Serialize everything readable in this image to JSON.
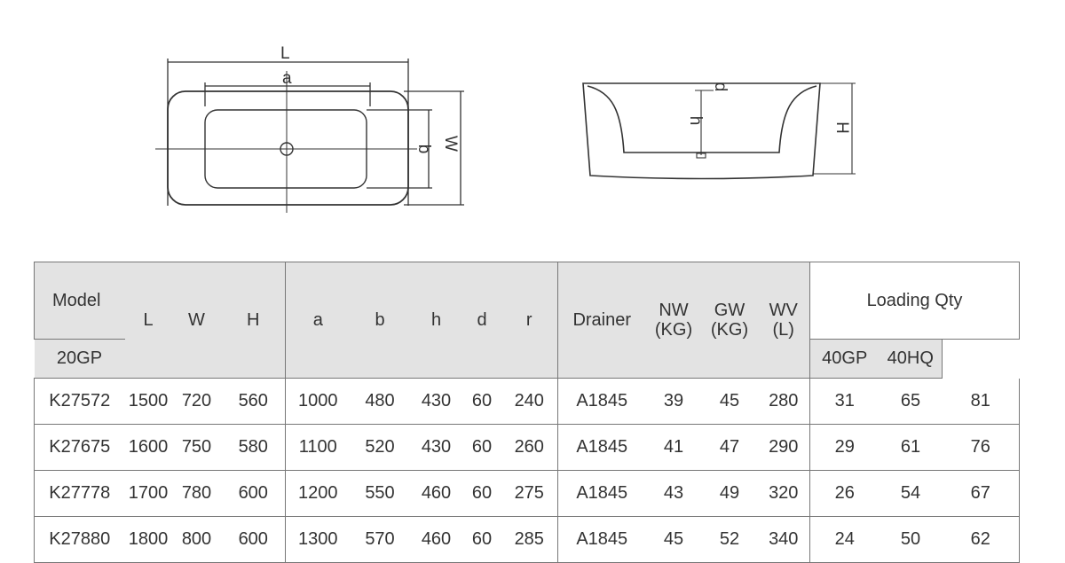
{
  "drawings": {
    "top_view": {
      "labels": {
        "length": "L",
        "inner_length": "a",
        "inner_width": "b",
        "width": "W"
      }
    },
    "side_view": {
      "labels": {
        "inner_depth": "h",
        "drain_depth": "d",
        "height": "H"
      }
    }
  },
  "table": {
    "headers": {
      "model": "Model",
      "L": "L",
      "W": "W",
      "H": "H",
      "a": "a",
      "b": "b",
      "h": "h",
      "d": "d",
      "r": "r",
      "drainer": "Drainer",
      "nw": [
        "NW",
        "(KG)"
      ],
      "gw": [
        "GW",
        "(KG)"
      ],
      "wv": [
        "WV",
        "(L)"
      ],
      "loading_qty": "Loading Qty",
      "gp20": "20GP",
      "gp40": "40GP",
      "hq40": "40HQ"
    },
    "rows": [
      {
        "model": "K27572",
        "L": "1500",
        "W": "720",
        "H": "560",
        "a": "1000",
        "b": "480",
        "h": "430",
        "d": "60",
        "r": "240",
        "drainer": "A1845",
        "nw": "39",
        "gw": "45",
        "wv": "280",
        "gp20": "31",
        "gp40": "65",
        "hq40": "81"
      },
      {
        "model": "K27675",
        "L": "1600",
        "W": "750",
        "H": "580",
        "a": "1100",
        "b": "520",
        "h": "430",
        "d": "60",
        "r": "260",
        "drainer": "A1845",
        "nw": "41",
        "gw": "47",
        "wv": "290",
        "gp20": "29",
        "gp40": "61",
        "hq40": "76"
      },
      {
        "model": "K27778",
        "L": "1700",
        "W": "780",
        "H": "600",
        "a": "1200",
        "b": "550",
        "h": "460",
        "d": "60",
        "r": "275",
        "drainer": "A1845",
        "nw": "43",
        "gw": "49",
        "wv": "320",
        "gp20": "26",
        "gp40": "54",
        "hq40": "67"
      },
      {
        "model": "K27880",
        "L": "1800",
        "W": "800",
        "H": "600",
        "a": "1300",
        "b": "570",
        "h": "460",
        "d": "60",
        "r": "285",
        "drainer": "A1845",
        "nw": "45",
        "gw": "52",
        "wv": "340",
        "gp20": "24",
        "gp40": "50",
        "hq40": "62"
      }
    ]
  }
}
